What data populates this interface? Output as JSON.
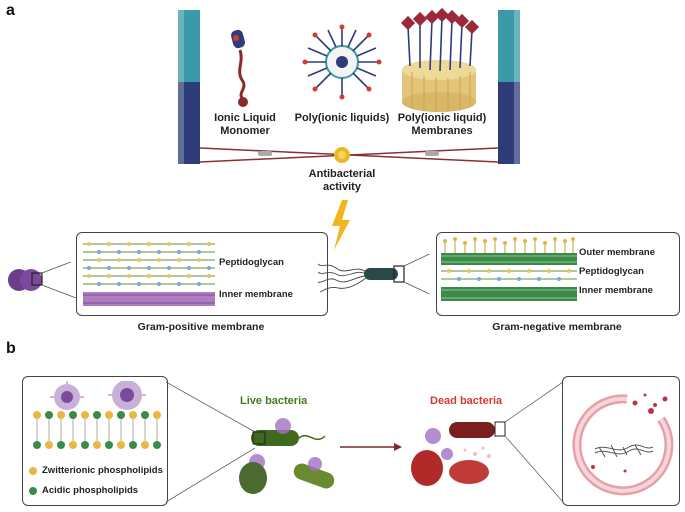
{
  "panel_a": {
    "letter": "a",
    "items": [
      {
        "label_line1": "Ionic Liquid",
        "label_line2": "Monomer"
      },
      {
        "label_line1": "Poly(ionic liquids)",
        "label_line2": ""
      },
      {
        "label_line1": "Poly(ionic liquid)",
        "label_line2": "Membranes"
      }
    ],
    "activity_line1": "Antibacterial",
    "activity_line2": "activity",
    "gram_positive": {
      "layers": [
        "Peptidoglycan",
        "Inner membrane"
      ],
      "caption": "Gram-positive membrane"
    },
    "gram_negative": {
      "layers": [
        "Outer membrane",
        "Peptidoglycan",
        "Inner membrane"
      ],
      "caption": "Gram-negative membrane"
    }
  },
  "panel_b": {
    "letter": "b",
    "legend": [
      "Zwitterionic phospholipids",
      "Acidic phospholipids"
    ],
    "live_label": "Live bacteria",
    "dead_label": "Dead bacteria"
  },
  "colors": {
    "live": "#4a7a1e",
    "dead": "#d23b2e",
    "lipid_yellow": "#e8b840",
    "lipid_green": "#3c8a4a",
    "membrane_purple": "#7b4a8c",
    "teal": "#3a9aa8",
    "navy": "#2e3d7a"
  }
}
